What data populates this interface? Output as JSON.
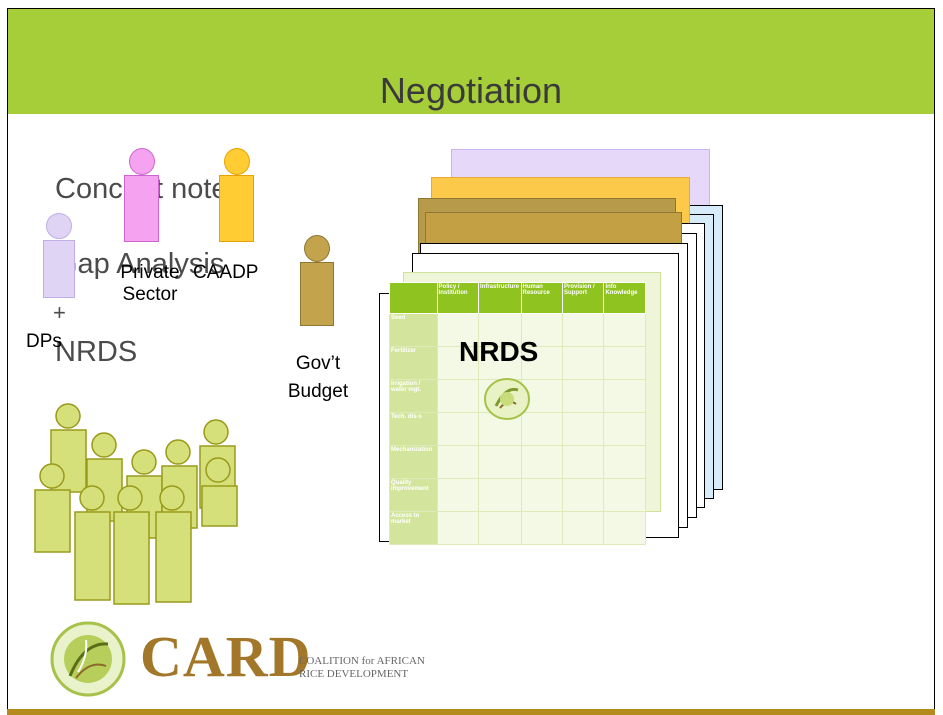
{
  "slide": {
    "title": "Negotiation"
  },
  "bullets": {
    "concept_notes": "Concept notes",
    "plus_1": "+",
    "gap_analysis": "Gap Analysis",
    "plus_2": "+",
    "nrds": "NRDS"
  },
  "stakeholders": {
    "private_sector": "Private\nSector",
    "caadp": "CAADP",
    "dps": "DPs",
    "govt_budget": "Gov’t\nBudget"
  },
  "document": {
    "title": "NRDS",
    "columns": [
      "",
      "Policy / Institution",
      "Infrastructure",
      "Human Resource",
      "Provision / Support",
      "Info Knowledge"
    ],
    "rows": [
      "Seed",
      "Fertilizer",
      "Irrigation / water mgt.",
      "Tech. dis-s",
      "Mechanization",
      "Quality improvement",
      "Access to market"
    ]
  },
  "logo": {
    "name": "CARD",
    "line1": "COALITION for AFRICAN",
    "line2": "RICE DEVELOPMENT"
  },
  "colors": {
    "title_bar": "#a6ce39",
    "bottom_rule": "#b38a1c",
    "private_sector": "#f5a3f0",
    "caadp": "#ffcc33",
    "govt": "#c4a34d",
    "dps": "#e0d4f5",
    "people": "#d6e07a"
  }
}
